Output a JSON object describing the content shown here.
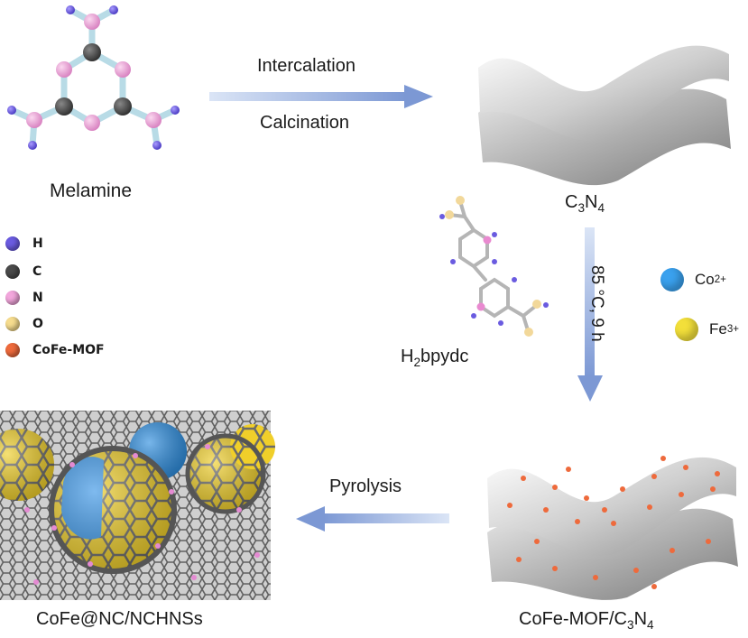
{
  "title_melamine": "Melamine",
  "arrow_top": {
    "line1": "Intercalation",
    "line2": "Calcination"
  },
  "c3n4": {
    "pre": "C",
    "sub1": "3",
    "mid": "N",
    "sub2": "4"
  },
  "legend": [
    {
      "label": "H",
      "color": "#6a5be0"
    },
    {
      "label": "C",
      "color": "#4a4a4a"
    },
    {
      "label": "N",
      "color": "#f2a6dc"
    },
    {
      "label": "O",
      "color": "#f6dc8e"
    },
    {
      "label": "CoFe-MOF",
      "color": "#ee6a3c"
    }
  ],
  "h2bpydc": {
    "pre": "H",
    "sub": "2",
    "post": "bpydc"
  },
  "condition": {
    "line": "85 °C, 9 h"
  },
  "ions": [
    {
      "base": "Co",
      "charge": "2+",
      "color": "#3aa1ee"
    },
    {
      "base": "Fe",
      "charge": "3+",
      "color": "#f2df3a"
    }
  ],
  "pyrolysis": "Pyrolysis",
  "bottom_left_label": "CoFe@NC/NCHNSs",
  "bottom_right_label": {
    "pre": "CoFe-MOF/C",
    "sub1": "3",
    "post": "N",
    "sub2": "4"
  }
}
